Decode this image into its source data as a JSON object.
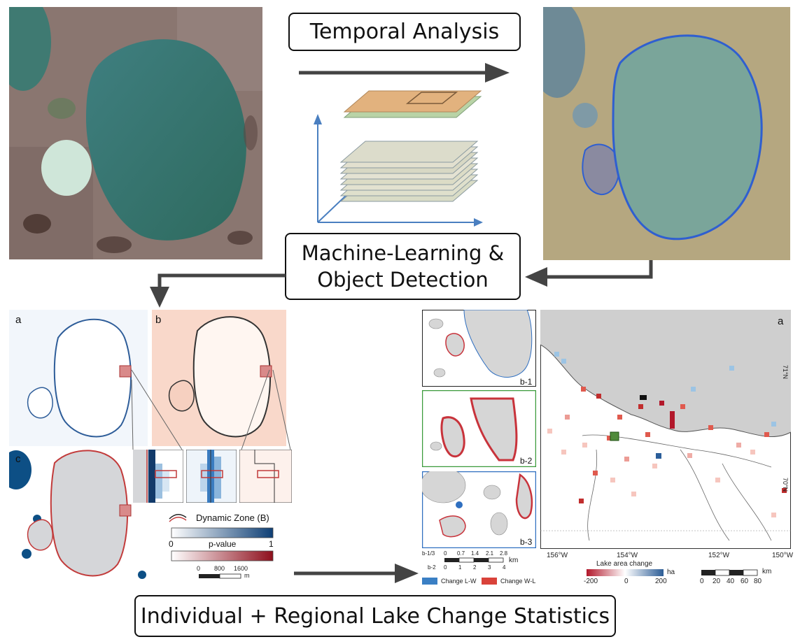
{
  "labels": {
    "temporal_analysis": "Temporal Analysis",
    "ml_line1": "Machine-Learning &",
    "ml_line2": "Object Detection",
    "statistics": "Individual + Regional Lake Change Statistics"
  },
  "left_panels": {
    "a": "a",
    "b": "b",
    "c": "c",
    "dynamic_zone": "Dynamic Zone (B)",
    "pvalue_label": "p-value",
    "pvalue_min": "0",
    "pvalue_max": "1",
    "scale_ticks": [
      "0",
      "800",
      "1600"
    ],
    "scale_unit": "m"
  },
  "middle_panels": {
    "b1": "b-1",
    "b2": "b-2",
    "b3": "b-3",
    "row1_prefix": "b-1/3",
    "row1_ticks": [
      "0",
      "0.7",
      "1.4",
      "2.1",
      "2.8"
    ],
    "row2_prefix": "b-2",
    "row2_ticks": [
      "0",
      "1",
      "2",
      "3",
      "4"
    ],
    "km": "km",
    "legend_lw": "Change L-W",
    "legend_wl": "Change W-L",
    "color_lw": "#3a7fc4",
    "color_wl": "#d9423a"
  },
  "map": {
    "letter": "a",
    "lat_71": "71°N",
    "lat_70": "70°N",
    "lon_ticks": [
      "156°W",
      "154°W",
      "152°W",
      "150°W"
    ],
    "legend_title": "Lake area change",
    "legend_min": "-200",
    "legend_mid": "0",
    "legend_max": "200",
    "legend_unit": "ha",
    "scale_ticks": [
      "0",
      "20",
      "40",
      "60",
      "80"
    ],
    "scale_unit": "km"
  }
}
